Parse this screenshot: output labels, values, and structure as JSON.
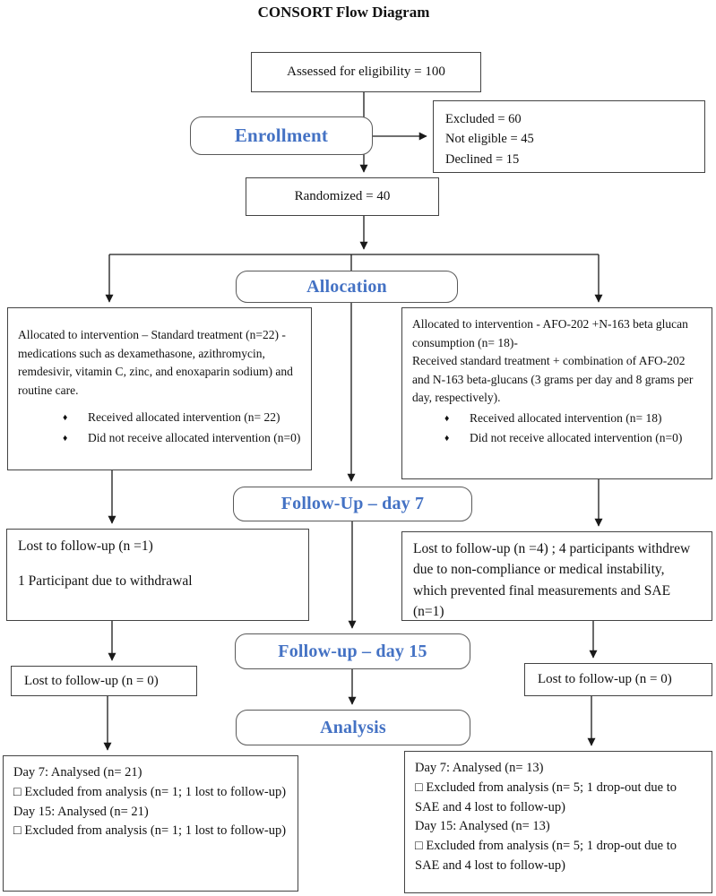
{
  "title": "CONSORT Flow Diagram",
  "colors": {
    "phase_text": "#4472C4",
    "box_border": "#434343",
    "arrow": "#1a1a1a"
  },
  "bullet_glyph": "♦",
  "nodes": {
    "assessed": "Assessed for eligibility = 100",
    "enrollment": "Enrollment",
    "excluded_lines": [
      "Excluded = 60",
      "Not eligible = 45",
      "Declined = 15"
    ],
    "randomized": "Randomized = 40",
    "allocation": "Allocation",
    "alloc_left": {
      "body": "Allocated to intervention – Standard treatment (n=22) - medications such as dexamethasone, azithromycin, remdesivir, vitamin C, zinc, and enoxaparin sodium) and routine care.",
      "bullets": [
        "Received allocated intervention (n= 22)",
        "Did not receive allocated intervention (n=0)"
      ]
    },
    "alloc_right": {
      "body1": "Allocated to intervention - AFO-202 +N-163 beta glucan consumption (n= 18)-",
      "body2": "Received standard treatment + combination of AFO-202 and N-163 beta-glucans (3 grams per day and 8 grams per day, respectively).",
      "bullets": [
        "Received allocated intervention (n= 18)",
        "Did not receive allocated intervention (n=0)"
      ]
    },
    "followup7": "Follow-Up – day 7",
    "lost7_left_line1": "Lost to follow-up (n =1)",
    "lost7_left_line2": "1 Participant due to withdrawal",
    "lost7_right": "Lost to follow-up (n =4) ; 4 participants withdrew due to non-compliance or medical instability, which prevented final measurements and SAE (n=1)",
    "followup15": "Follow-up – day 15",
    "lost15_left": "Lost to follow-up (n = 0)",
    "lost15_right": "Lost to follow-up (n = 0)",
    "analysis": "Analysis",
    "analysis_left_lines": [
      "Day 7: Analysed (n= 21)",
      "□ Excluded from analysis (n= 1; 1 lost to follow-up)",
      "Day 15: Analysed (n= 21)",
      "□ Excluded from analysis (n= 1; 1 lost to follow-up)"
    ],
    "analysis_right_lines": [
      "Day 7: Analysed (n= 13)",
      "□ Excluded from analysis (n= 5; 1 drop-out due to SAE and 4 lost to follow-up)",
      "Day 15: Analysed (n= 13)",
      "□ Excluded from analysis (n= 5; 1 drop-out due to SAE and 4 lost to follow-up)"
    ]
  }
}
